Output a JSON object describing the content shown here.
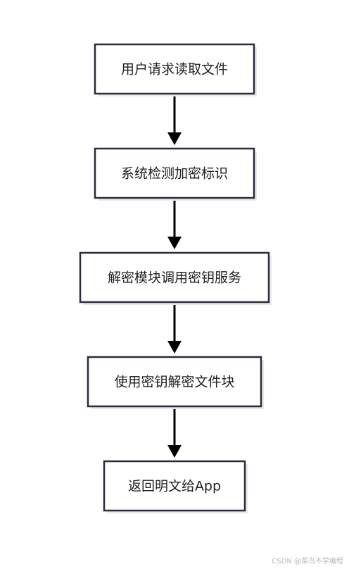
{
  "flowchart": {
    "nodes": [
      {
        "id": "n1",
        "label": "用户请求读取文件"
      },
      {
        "id": "n2",
        "label": "系统检测加密标识"
      },
      {
        "id": "n3",
        "label": "解密模块调用密钥服务"
      },
      {
        "id": "n4",
        "label": "使用密钥解密文件块"
      },
      {
        "id": "n5",
        "label": "返回明文给App"
      }
    ],
    "edges": [
      {
        "from": "n1",
        "to": "n2"
      },
      {
        "from": "n2",
        "to": "n3"
      },
      {
        "from": "n3",
        "to": "n4"
      },
      {
        "from": "n4",
        "to": "n5"
      }
    ]
  },
  "colors": {
    "box_border": "#2b2b3a",
    "box_shadow": "#e6e6e6",
    "arrow": "#000000",
    "text": "#1f1f1f"
  },
  "watermark": "CSDN @菜鸟不学编程"
}
